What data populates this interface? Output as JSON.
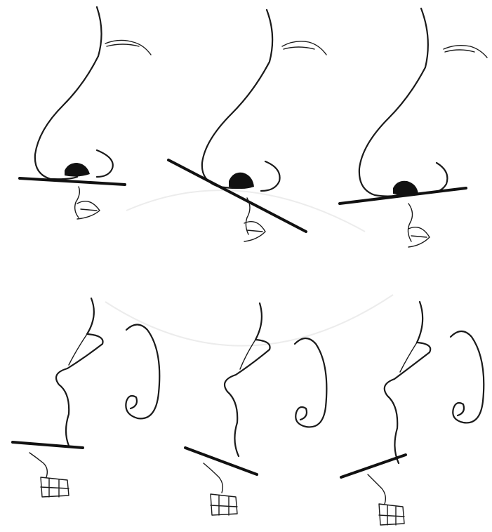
{
  "figure": {
    "panels": [
      {
        "id": "top-left",
        "view": "lateral",
        "plane_tilt_deg": 0
      },
      {
        "id": "top-middle",
        "view": "lateral",
        "plane_tilt_deg": 28
      },
      {
        "id": "top-right",
        "view": "lateral",
        "plane_tilt_deg": -6
      },
      {
        "id": "bottom-left",
        "view": "profile",
        "plane_tilt_deg": 0
      },
      {
        "id": "bottom-middle",
        "view": "profile",
        "plane_tilt_deg": 22
      },
      {
        "id": "bottom-right",
        "view": "profile",
        "plane_tilt_deg": -24
      }
    ],
    "colors": {
      "ink": "#1a1a1a",
      "background": "#ffffff"
    }
  }
}
